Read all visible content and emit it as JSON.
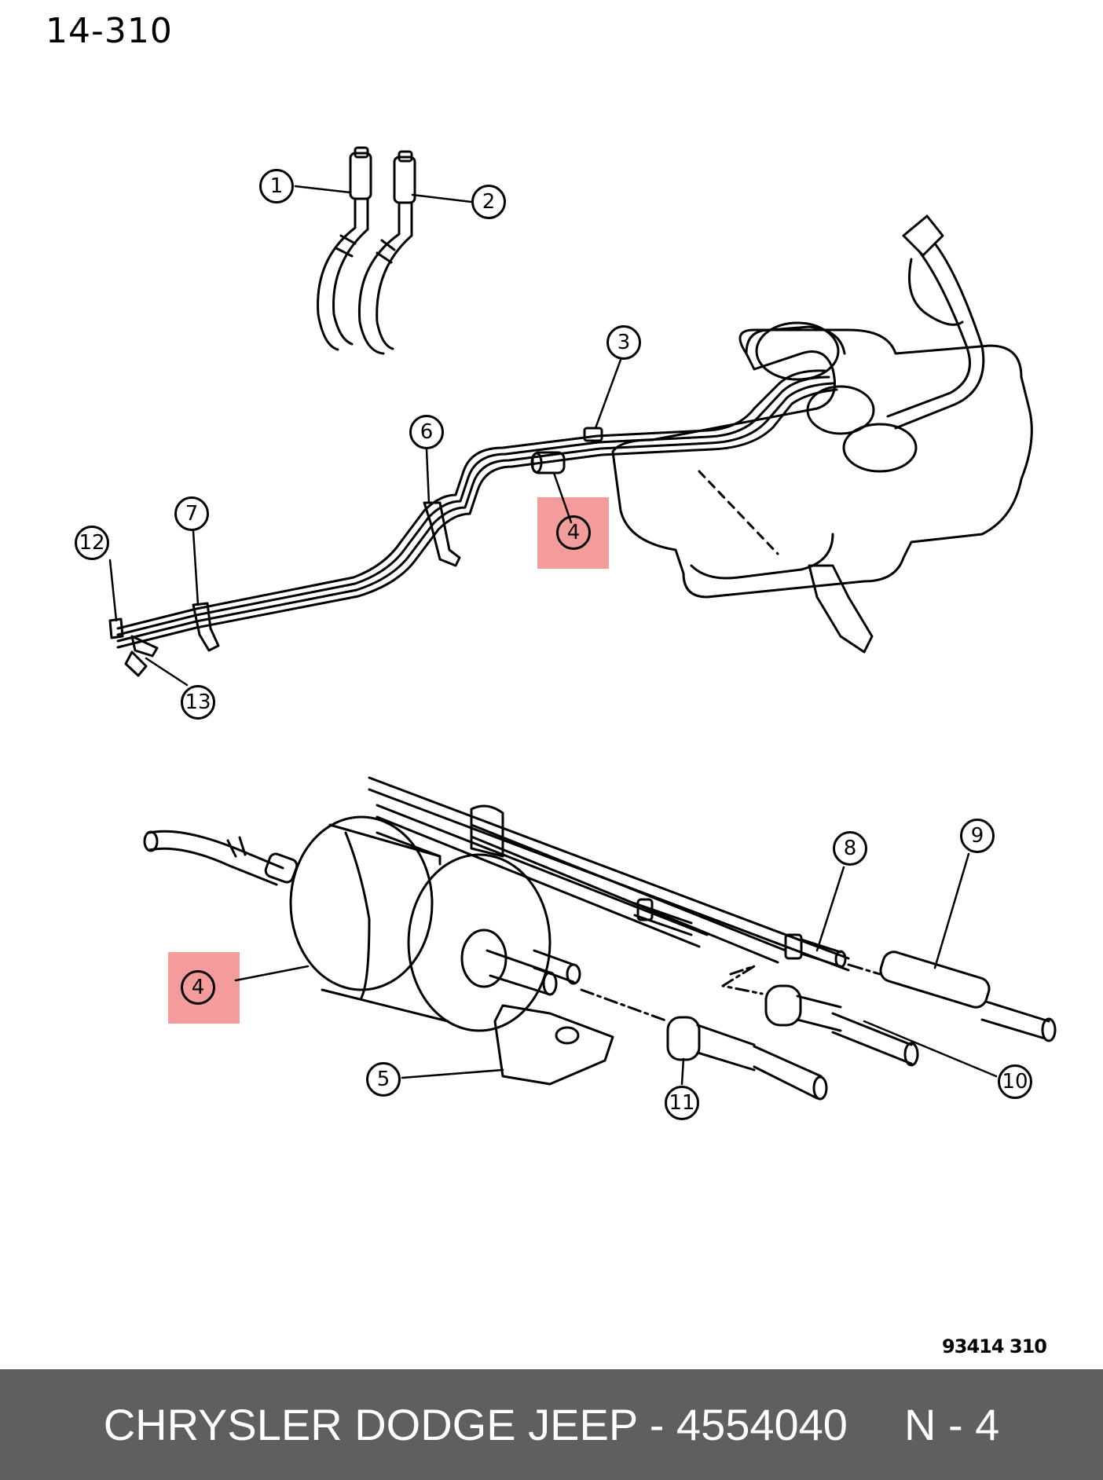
{
  "page_label": "14-310",
  "figure_code": "93414  310",
  "callouts": {
    "c1": "1",
    "c2": "2",
    "c3": "3",
    "c4a": "4",
    "c4b": "4",
    "c5": "5",
    "c6": "6",
    "c7": "7",
    "c8": "8",
    "c9": "9",
    "c10": "10",
    "c11": "11",
    "c12": "12",
    "c13": "13"
  },
  "footer": {
    "brand_part": "CHRYSLER DODGE JEEP - 4554040",
    "position_ref": "N - 4"
  },
  "colors": {
    "highlight": "#f28b8b",
    "footer_bg": "#5f5f5f",
    "footer_text": "#ffffff"
  }
}
